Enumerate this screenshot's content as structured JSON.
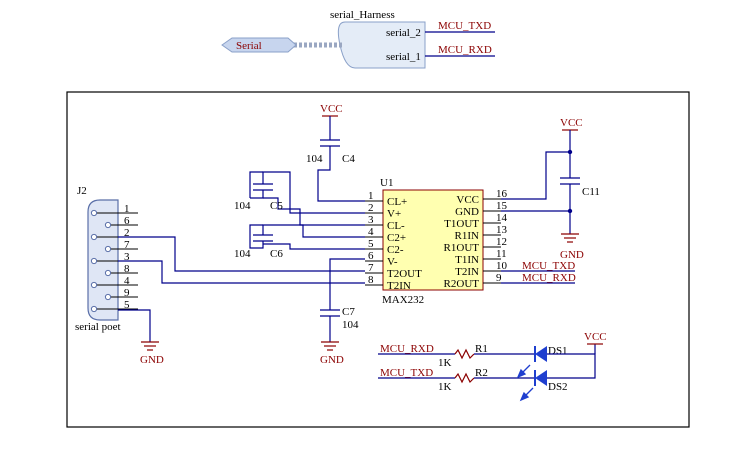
{
  "harness": {
    "title": "serial_Harness",
    "port_label": "Serial",
    "entries": [
      "serial_2",
      "serial_1"
    ],
    "nets": [
      "MCU_TXD",
      "MCU_RXD"
    ]
  },
  "connector": {
    "designator": "J2",
    "name": "serial poet",
    "pins": [
      "1",
      "6",
      "2",
      "7",
      "3",
      "8",
      "4",
      "9",
      "5"
    ]
  },
  "ic": {
    "designator": "U1",
    "part": "MAX232",
    "left_pin_numbers": [
      "1",
      "2",
      "3",
      "4",
      "5",
      "6",
      "7",
      "8"
    ],
    "left_pin_names": [
      "CL+",
      "V+",
      "CL-",
      "C2+",
      "C2-",
      "V-",
      "T2OUT",
      "T2IN"
    ],
    "right_pin_numbers": [
      "16",
      "15",
      "14",
      "13",
      "12",
      "11",
      "10",
      "9"
    ],
    "right_pin_names": [
      "VCC",
      "GND",
      "T1OUT",
      "R1IN",
      "R1OUT",
      "T1IN",
      "T2IN",
      "R2OUT"
    ]
  },
  "capacitors": {
    "c4": {
      "ref": "C4",
      "value": "104"
    },
    "c5": {
      "ref": "C5",
      "value": "104"
    },
    "c6": {
      "ref": "C6",
      "value": "104"
    },
    "c7": {
      "ref": "C7",
      "value": "104"
    },
    "c11": {
      "ref": "C11"
    }
  },
  "power": {
    "vcc": "VCC",
    "gnd": "GND"
  },
  "nets": {
    "txd": "MCU_TXD",
    "rxd": "MCU_RXD"
  },
  "resistors": {
    "r1": {
      "ref": "R1",
      "value": "1K"
    },
    "r2": {
      "ref": "R2",
      "value": "1K"
    }
  },
  "leds": {
    "ds1": "DS1",
    "ds2": "DS2"
  },
  "colors": {
    "wire": "#00008b",
    "symbol": "#8b0000",
    "ic_fill": "#ffffb0"
  }
}
